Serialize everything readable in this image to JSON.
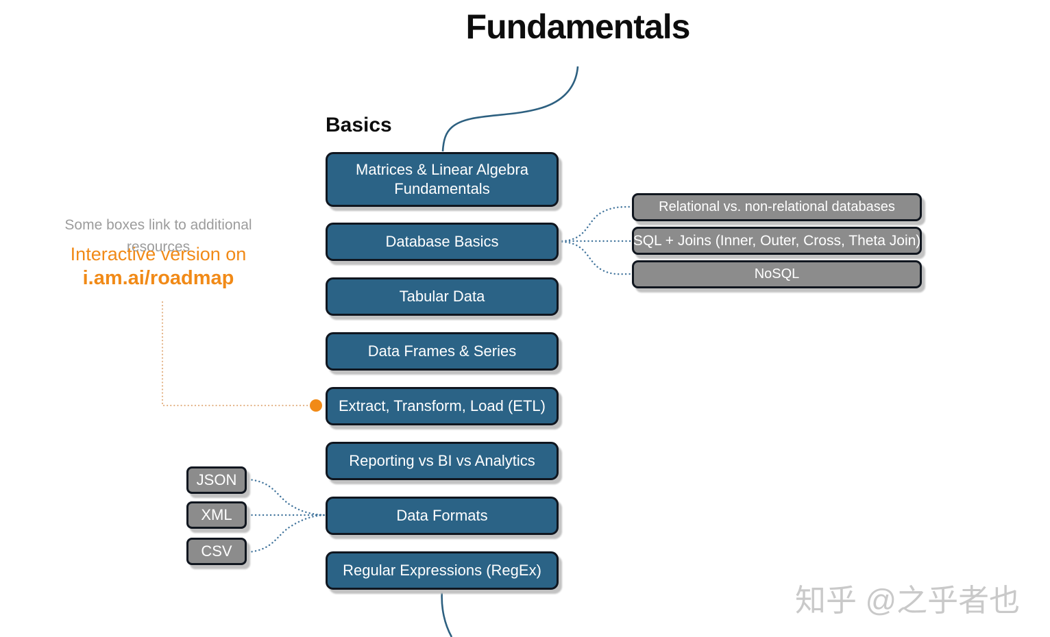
{
  "title": "Fundamentals",
  "section_label": "Basics",
  "note": {
    "resources": "Some boxes link to additional resources",
    "interactive_line": "Interactive version on",
    "link": "i.am.ai/roadmap"
  },
  "main_nodes": [
    "Matrices & Linear Algebra Fundamentals",
    "Database Basics",
    "Tabular Data",
    "Data Frames & Series",
    "Extract, Transform, Load (ETL)",
    "Reporting vs BI vs Analytics",
    "Data Formats",
    "Regular Expressions (RegEx)"
  ],
  "right_nodes": [
    "Relational vs. non-relational databases",
    "SQL + Joins (Inner, Outer, Cross, Theta Join)",
    "NoSQL"
  ],
  "left_nodes": [
    "JSON",
    "XML",
    "CSV"
  ],
  "watermark": "知乎 @之乎者也",
  "colors": {
    "node_blue": "#2b6386",
    "node_gray": "#8c8c8c",
    "node_border": "#10161f",
    "accent_orange": "#f18a17",
    "connector_orange": "#e3b285",
    "connector_blue": "#41749c",
    "curve_blue": "#2d6080",
    "note_gray": "#9c9c9c",
    "watermark_gray": "#c9c9c9",
    "shadow_gray": "#c2c2c2"
  }
}
